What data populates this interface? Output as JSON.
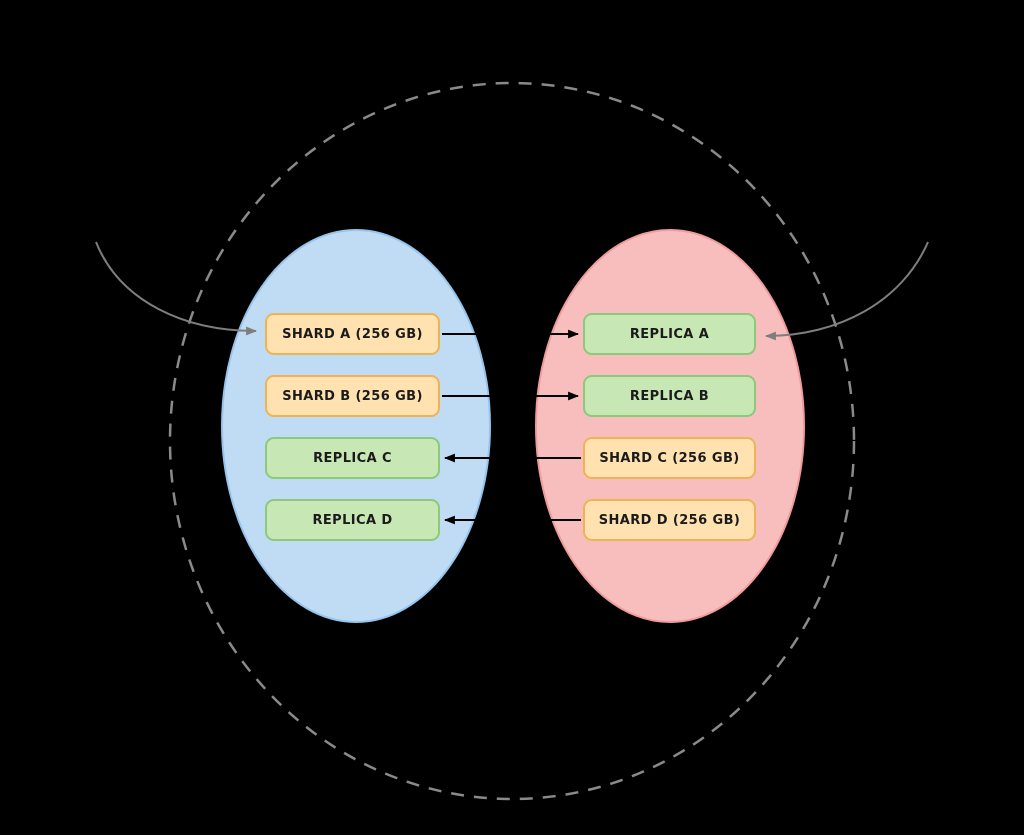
{
  "diagram": {
    "left_node": {
      "boxes": [
        {
          "label": "SHARD A (256 GB)",
          "type": "shard"
        },
        {
          "label": "SHARD B (256 GB)",
          "type": "shard"
        },
        {
          "label": "REPLICA C",
          "type": "replica"
        },
        {
          "label": "REPLICA D",
          "type": "replica"
        }
      ]
    },
    "right_node": {
      "boxes": [
        {
          "label": "REPLICA A",
          "type": "replica"
        },
        {
          "label": "REPLICA B",
          "type": "replica"
        },
        {
          "label": "SHARD C (256 GB)",
          "type": "shard"
        },
        {
          "label": "SHARD D (256 GB)",
          "type": "shard"
        }
      ]
    },
    "arrows": [
      {
        "from": "SHARD A (256 GB)",
        "to": "REPLICA A",
        "direction": "left-to-right"
      },
      {
        "from": "SHARD B (256 GB)",
        "to": "REPLICA B",
        "direction": "left-to-right"
      },
      {
        "from": "SHARD C (256 GB)",
        "to": "REPLICA C",
        "direction": "right-to-left"
      },
      {
        "from": "SHARD D (256 GB)",
        "to": "REPLICA D",
        "direction": "right-to-left"
      }
    ],
    "external_arrows": [
      {
        "side": "left",
        "points_to": "SHARD A (256 GB)"
      },
      {
        "side": "right",
        "points_to": "REPLICA A"
      }
    ],
    "colors": {
      "background": "#000000",
      "shard_fill": "#FFE2B0",
      "shard_border": "#EDB457",
      "replica_fill": "#C7E8B5",
      "replica_border": "#8CC97A",
      "left_ellipse_fill": "#BFDCF4",
      "left_ellipse_border": "#97C4EC",
      "right_ellipse_fill": "#F8BEBE",
      "right_ellipse_border": "#F09C9C",
      "cluster_dashed_border": "#8A8A8A",
      "internal_arrow": "#000000",
      "external_arrow": "#7E7E7E"
    }
  }
}
